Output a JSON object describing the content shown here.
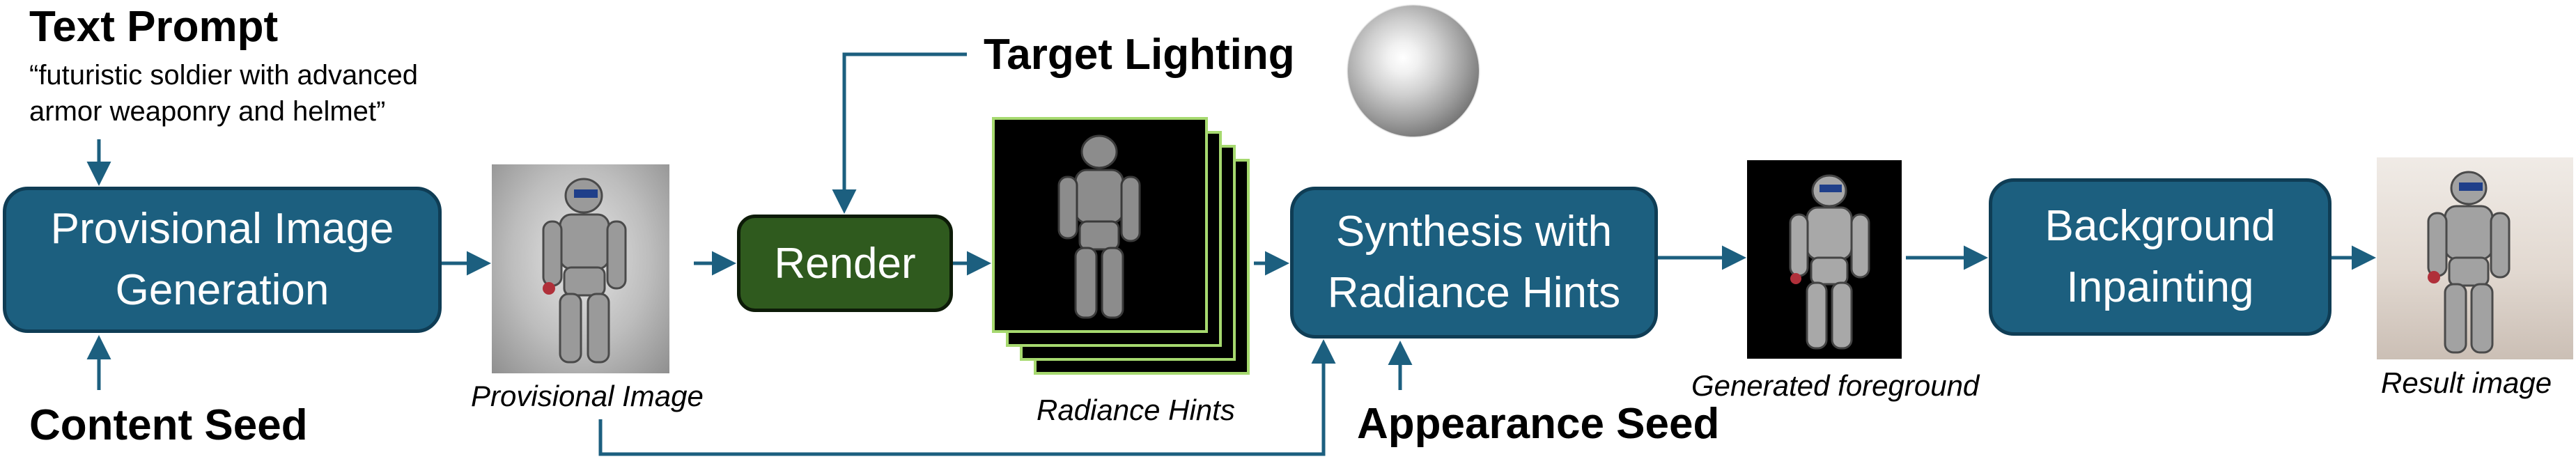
{
  "labels": {
    "text_prompt_title": "Text Prompt",
    "text_prompt_line1": "“futuristic soldier with advanced",
    "text_prompt_line2": "armor weaponry and helmet”",
    "content_seed": "Content Seed",
    "target_lighting": "Target Lighting",
    "appearance_seed": "Appearance Seed"
  },
  "boxes": {
    "provisional_line1": "Provisional Image",
    "provisional_line2": "Generation",
    "render": "Render",
    "synthesis_line1": "Synthesis with",
    "synthesis_line2": "Radiance Hints",
    "background_line1": "Background",
    "background_line2": "Inpainting"
  },
  "captions": {
    "provisional_image": "Provisional Image",
    "radiance_hints": "Radiance Hints",
    "generated_foreground": "Generated foreground",
    "result_image": "Result image"
  },
  "colors": {
    "box_blue": "#1c5f7f",
    "box_green": "#2f5a1e",
    "arrow": "#1c5f7f",
    "hint_border": "#a6d96f"
  }
}
